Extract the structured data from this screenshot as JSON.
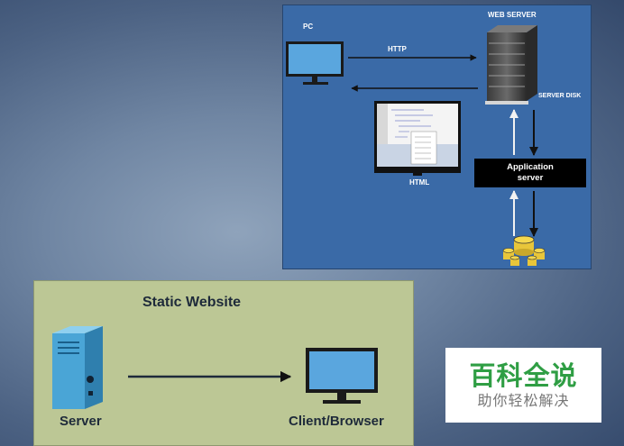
{
  "dynamic_diagram": {
    "pc_label": "PC",
    "web_server_label": "WEB SERVER",
    "http_label": "HTTP",
    "server_disk_label": "SERVER DISK",
    "html_label": "HTML",
    "application_server_label": "Application server"
  },
  "static_diagram": {
    "title": "Static Website",
    "server_label": "Server",
    "client_label": "Client/Browser"
  },
  "watermark": {
    "main": "百科全说",
    "sub": "助你轻松解决"
  },
  "colors": {
    "top_panel": "#3a6aa7",
    "bottom_panel": "#bcc795",
    "watermark_green": "#2f9e44"
  }
}
